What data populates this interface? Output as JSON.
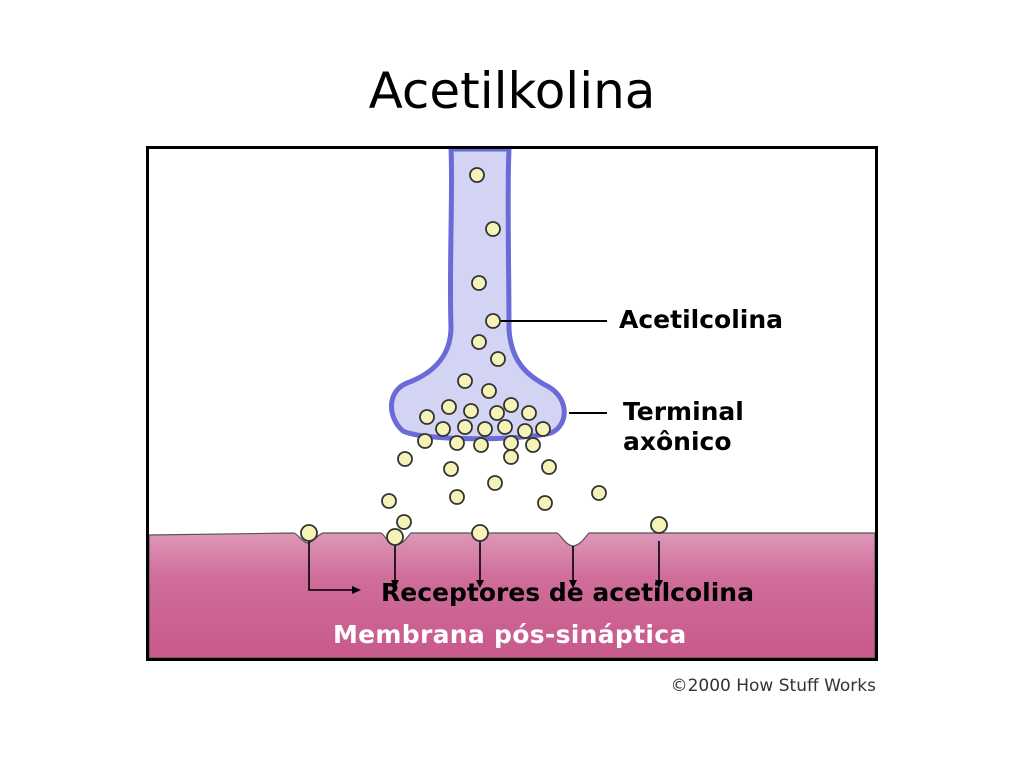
{
  "slide": {
    "title": "Acetilkolina"
  },
  "diagram": {
    "labels": {
      "acetylcholine": "Acetilcolina",
      "terminal_line1": "Terminal",
      "terminal_line2": "axônico",
      "receptors": "Receptores de acetilcolina",
      "membrane": "Membrana pós-sináptica"
    },
    "colors": {
      "axon_fill": "#d3d3f3",
      "axon_outline": "#6b6bd8",
      "vesicle_fill": "#f6f3b8",
      "membrane": "#c8598b",
      "membrane_light": "#de98b8"
    }
  },
  "credit": "©2000 How Stuff Works"
}
